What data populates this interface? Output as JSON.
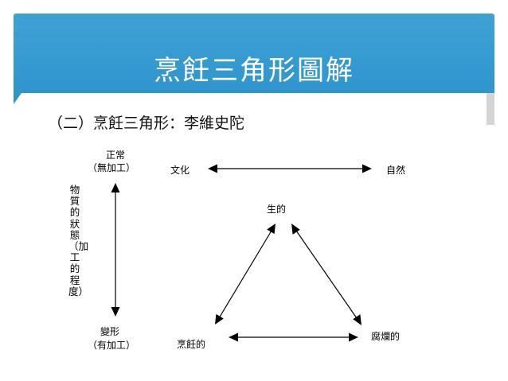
{
  "slide": {
    "title": "烹飪三角形圖解",
    "heading": "（二）烹飪三角形：李維史陀"
  },
  "diagram": {
    "vertical_axis": {
      "top_label_1": "正常",
      "top_label_2": "（無加工）",
      "bottom_label_1": "變形",
      "bottom_label_2": "（有加工）",
      "side_label": "物質的狀態（加工的程度）"
    },
    "horizontal_axis": {
      "left_label": "文化",
      "right_label": "自然"
    },
    "triangle": {
      "top": "生的",
      "bottom_left": "烹飪的",
      "bottom_right": "腐爛的"
    }
  },
  "colors": {
    "banner": "#2f95cd",
    "banner_text": "#ffffff",
    "ink": "#000000"
  }
}
